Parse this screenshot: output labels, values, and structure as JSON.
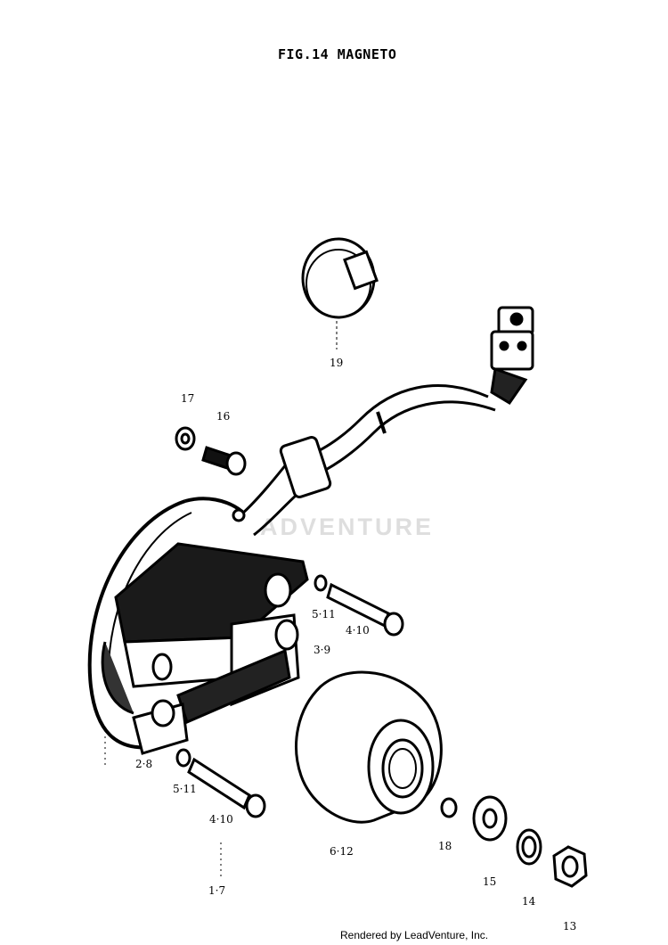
{
  "figure": {
    "title": "FIG.14 MAGNETO"
  },
  "watermark": "ADVENTURE",
  "footer": "Rendered by LeadVenture, Inc.",
  "labels": {
    "clamp": "19",
    "washer_17": "17",
    "screw_16": "16",
    "stator_washer_upper": "5·11",
    "stator_screw_upper": "4·10",
    "stator_coil": "3·9",
    "stator_base": "2·8",
    "stator_washer_lower": "5·11",
    "stator_screw_lower": "4·10",
    "rotor": "6·12",
    "key": "18",
    "washer_15": "15",
    "lock_washer_14": "14",
    "nut_13": "13",
    "assembly": "1·7"
  }
}
